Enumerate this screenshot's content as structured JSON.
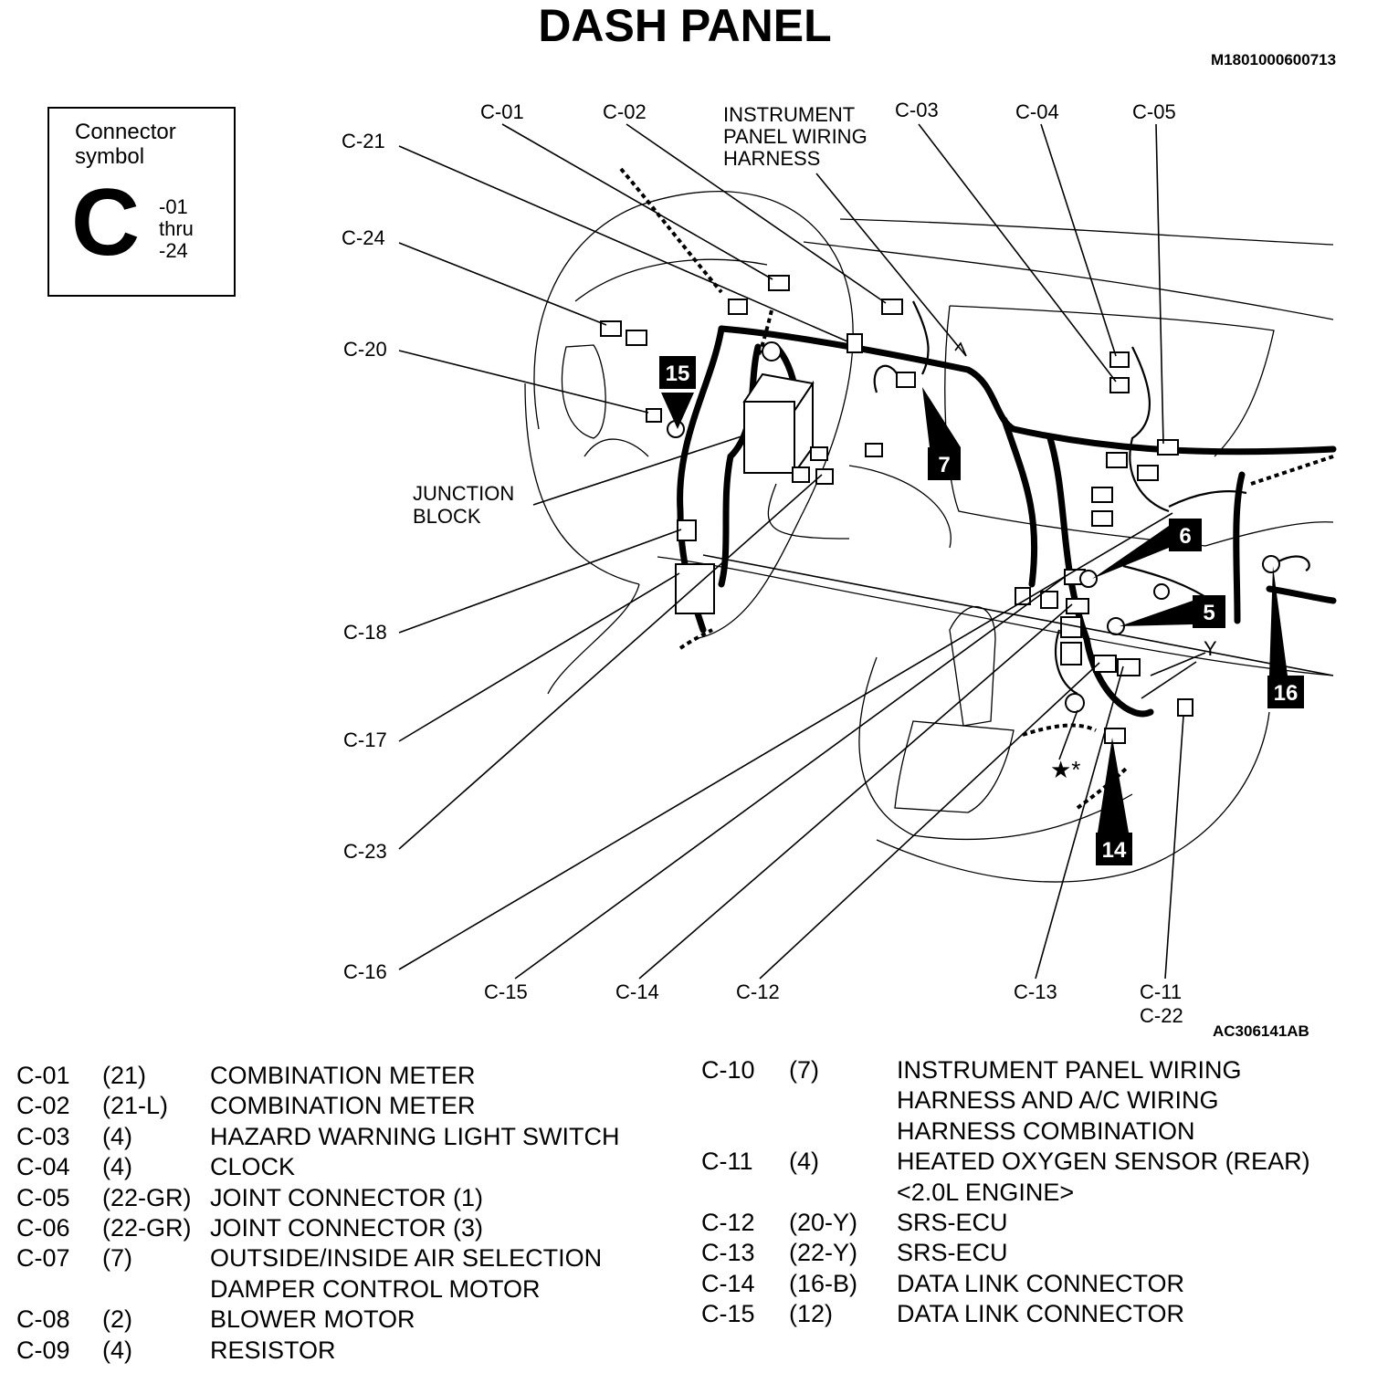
{
  "title": "DASH PANEL",
  "doc_code": "M1801000600713",
  "figure_code": "AC306141AB",
  "connector_symbol": {
    "caption_line1": "Connector",
    "caption_line2": "symbol",
    "letter": "C",
    "range_line1": "-01",
    "range_line2": "thru",
    "range_line3": "-24"
  },
  "callouts": {
    "c01": "C-01",
    "c02": "C-02",
    "c03": "C-03",
    "c04": "C-04",
    "c05": "C-05",
    "c11": "C-11",
    "c12": "C-12",
    "c13": "C-13",
    "c14": "C-14",
    "c15": "C-15",
    "c16": "C-16",
    "c17": "C-17",
    "c18": "C-18",
    "c20": "C-20",
    "c21": "C-21",
    "c22": "C-22",
    "c23": "C-23",
    "c24": "C-24",
    "harness_line1": "INSTRUMENT",
    "harness_line2": "PANEL WIRING",
    "harness_line3": "HARNESS",
    "jb_line1": "JUNCTION",
    "jb_line2": "BLOCK",
    "y_mark": "Y",
    "star_mark": "★*"
  },
  "badges": {
    "b15": "15",
    "b7": "7",
    "b6": "6",
    "b5": "5",
    "b16": "16",
    "b14": "14"
  },
  "legend_left": [
    {
      "code": "C-01",
      "pins": "(21)",
      "desc": [
        "COMBINATION METER"
      ]
    },
    {
      "code": "C-02",
      "pins": "(21-L)",
      "desc": [
        "COMBINATION METER"
      ]
    },
    {
      "code": "C-03",
      "pins": "(4)",
      "desc": [
        "HAZARD WARNING LIGHT SWITCH"
      ]
    },
    {
      "code": "C-04",
      "pins": "(4)",
      "desc": [
        "CLOCK"
      ]
    },
    {
      "code": "C-05",
      "pins": "(22-GR)",
      "desc": [
        "JOINT CONNECTOR (1)"
      ]
    },
    {
      "code": "C-06",
      "pins": "(22-GR)",
      "desc": [
        "JOINT CONNECTOR (3)"
      ]
    },
    {
      "code": "C-07",
      "pins": "(7)",
      "desc": [
        "OUTSIDE/INSIDE AIR SELECTION",
        "DAMPER CONTROL MOTOR"
      ]
    },
    {
      "code": "C-08",
      "pins": "(2)",
      "desc": [
        "BLOWER MOTOR"
      ]
    },
    {
      "code": "C-09",
      "pins": "(4)",
      "desc": [
        "RESISTOR"
      ]
    }
  ],
  "legend_right": [
    {
      "code": "C-10",
      "pins": "(7)",
      "desc": [
        "INSTRUMENT PANEL WIRING",
        "HARNESS AND A/C WIRING",
        "HARNESS COMBINATION"
      ]
    },
    {
      "code": "C-11",
      "pins": "(4)",
      "desc": [
        "HEATED OXYGEN SENSOR (REAR)",
        "<2.0L ENGINE>"
      ]
    },
    {
      "code": "C-12",
      "pins": "(20-Y)",
      "desc": [
        "SRS-ECU"
      ]
    },
    {
      "code": "C-13",
      "pins": "(22-Y)",
      "desc": [
        "SRS-ECU"
      ]
    },
    {
      "code": "C-14",
      "pins": "(16-B)",
      "desc": [
        "DATA LINK CONNECTOR"
      ]
    },
    {
      "code": "C-15",
      "pins": "(12)",
      "desc": [
        "DATA LINK CONNECTOR"
      ]
    }
  ]
}
